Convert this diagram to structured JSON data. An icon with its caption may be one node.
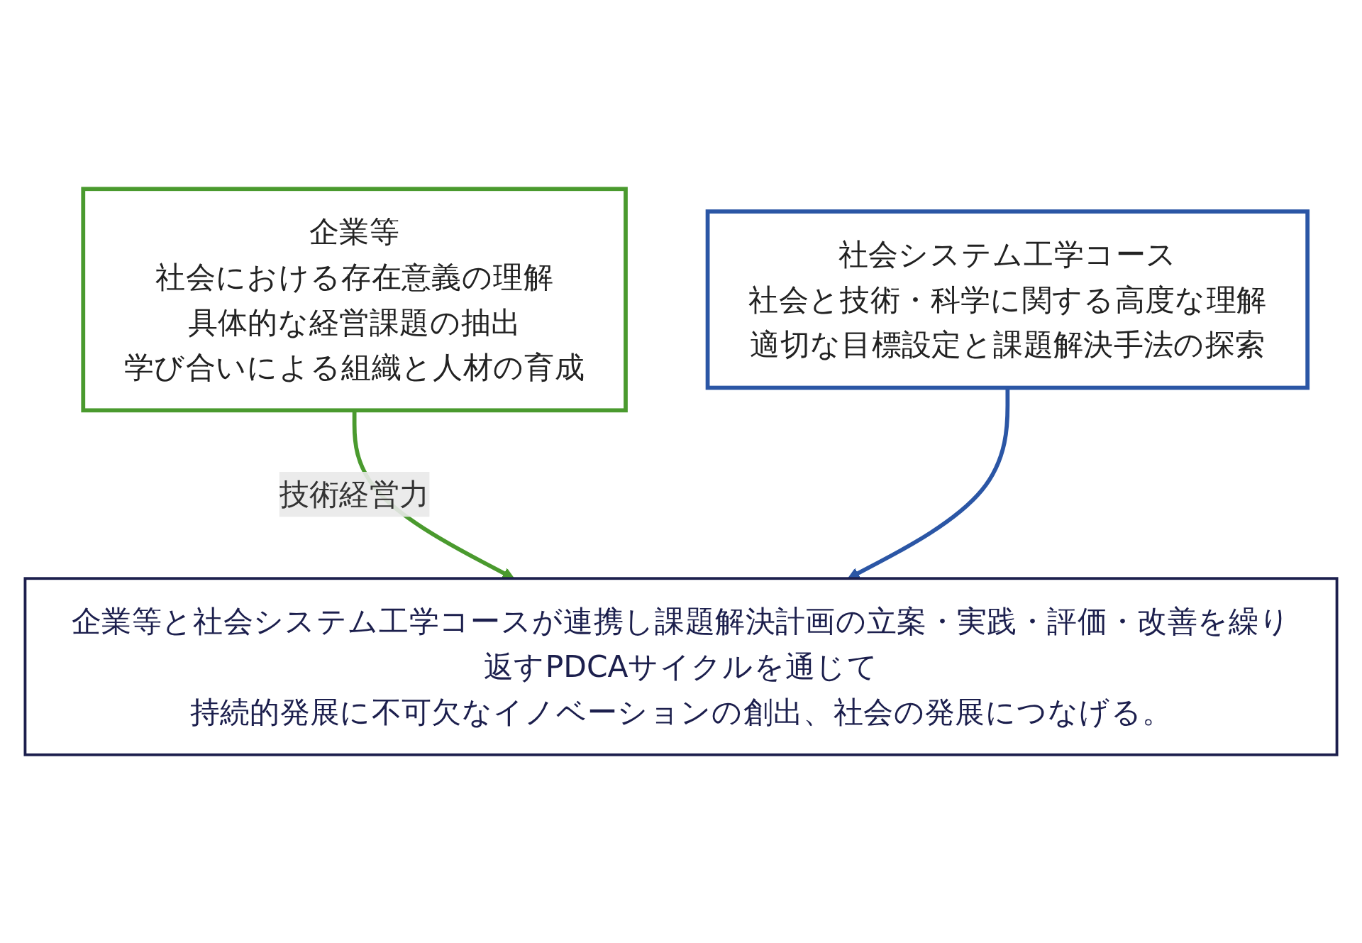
{
  "diagram": {
    "nodes": [
      {
        "text": [
          "企業等",
          "社会における存在意義の理解",
          "具体的な経営課題の抽出",
          "学び合いによる組織と人材の育成"
        ]
      },
      {
        "text": [
          "社会システム工学コース",
          "社会と技術・科学に関する高度な理解",
          "適切な目標設定と課題解決手法の探索"
        ]
      },
      {
        "text": [
          "企業等と社会システム工学コースが連携し課題解決計画の立案・実践・評価・改善を繰り返すPDCAサイクルを通じて",
          "持続的発展に不可欠なイノベーションの創出、社会の発展につなげる。"
        ]
      }
    ],
    "edges": [
      {
        "from": 0,
        "to": 2,
        "arrow": "to",
        "label": "技術経営力",
        "color": "#4a9a2e"
      },
      {
        "from": 1,
        "to": 2,
        "arrow": "to",
        "color": "#2b56a5"
      }
    ]
  }
}
